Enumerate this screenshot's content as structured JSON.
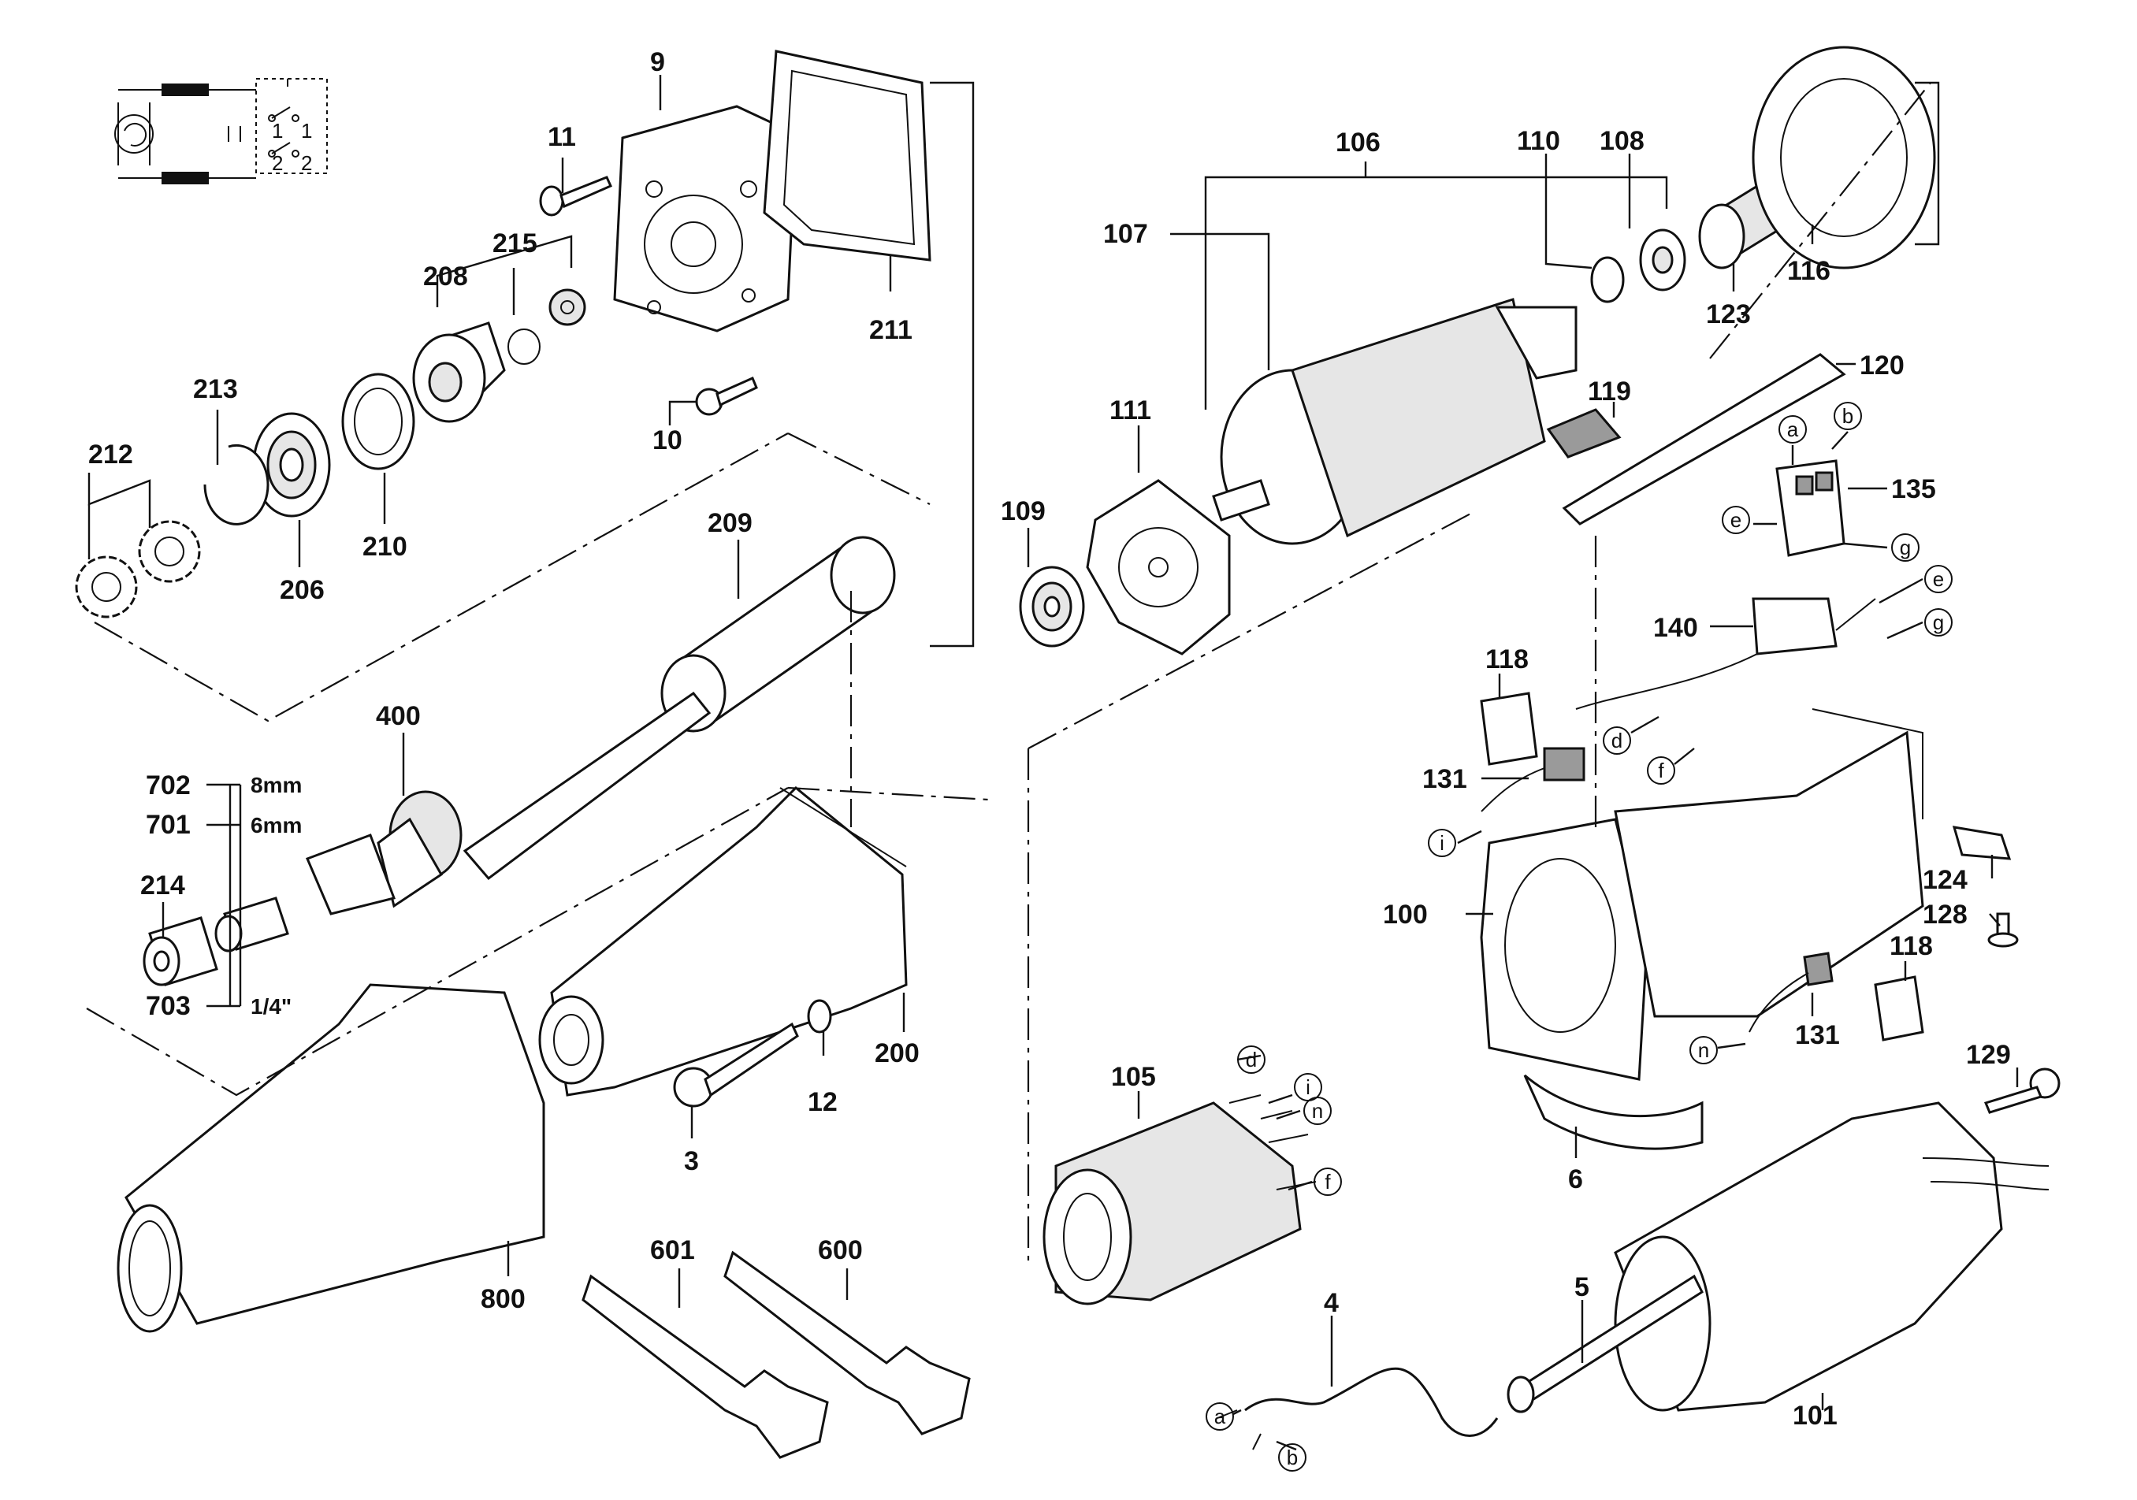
{
  "labels": {
    "p9": "9",
    "p11": "11",
    "p215": "215",
    "p208": "208",
    "p211": "211",
    "p10": "10",
    "p213": "213",
    "p212": "212",
    "p206": "206",
    "p210": "210",
    "p209": "209",
    "p400": "400",
    "p702": "702",
    "p701": "701",
    "p214": "214",
    "p703": "703",
    "s8mm": "8mm",
    "s6mm": "6mm",
    "s14": "1/4\"",
    "p200": "200",
    "p12": "12",
    "p3": "3",
    "p800": "800",
    "p601": "601",
    "p600": "600",
    "p106": "106",
    "p107": "107",
    "p110": "110",
    "p108": "108",
    "p123": "123",
    "p116": "116",
    "p120": "120",
    "p119": "119",
    "p111": "111",
    "p109": "109",
    "p135": "135",
    "p140": "140",
    "p118a": "118",
    "p131a": "131",
    "p100": "100",
    "p124": "124",
    "p128": "128",
    "p118b": "118",
    "p131b": "131",
    "p129": "129",
    "p6": "6",
    "p105": "105",
    "p101": "101",
    "p5": "5",
    "p4": "4"
  },
  "wire_letters": {
    "a1": "a",
    "b1": "b",
    "e1": "e",
    "g1": "g",
    "e2": "e",
    "g2": "g",
    "d1": "d",
    "f1": "f",
    "i1": "i",
    "n1": "n",
    "d2": "d",
    "i2": "i",
    "n2": "n",
    "f2": "f",
    "a2": "a",
    "b2": "b"
  }
}
